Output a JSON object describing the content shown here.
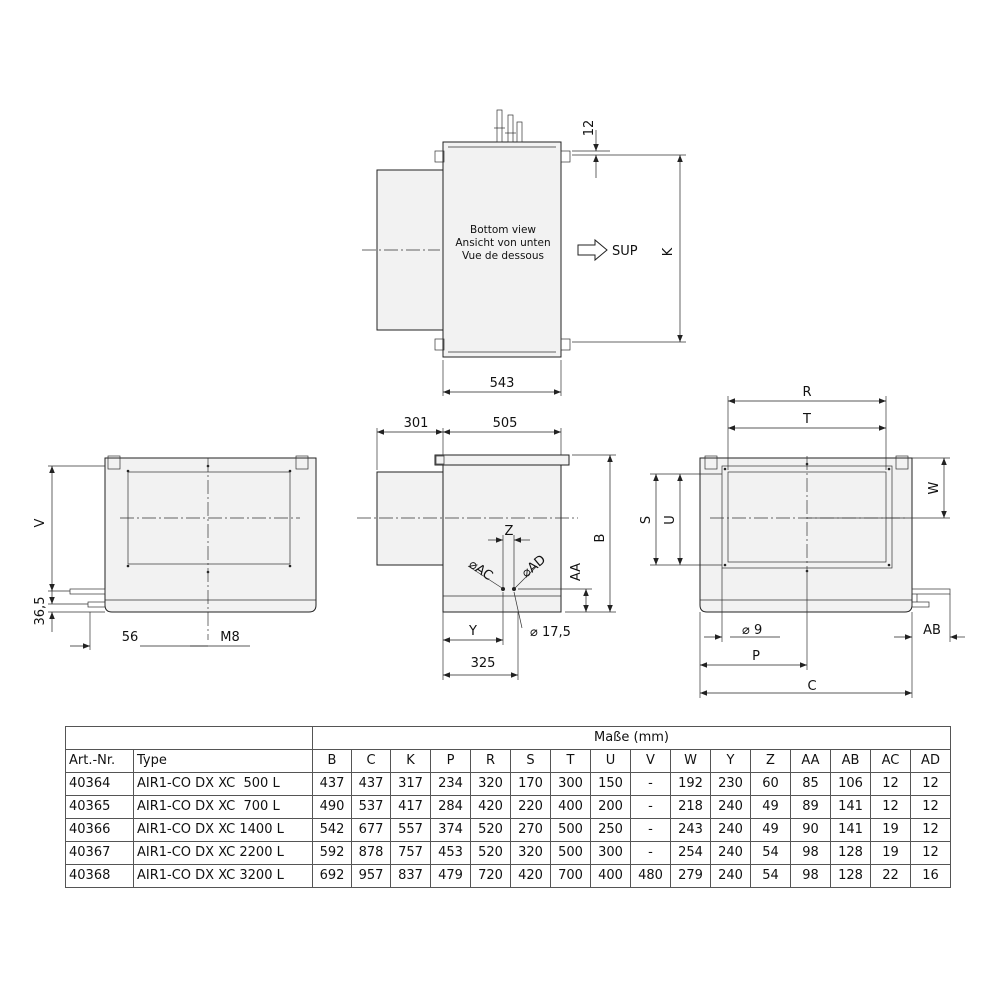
{
  "top_view": {
    "caption_lines": [
      "Bottom view",
      "Ansicht von unten",
      "Vue de dessous"
    ],
    "flow_label": "SUP",
    "dim_width": "543",
    "dim_height": "K",
    "dim_top": "12"
  },
  "left_view": {
    "dim_v": "V",
    "dim_365": "36,5",
    "dim_56": "56",
    "dim_m8": "M8"
  },
  "side_view": {
    "dim_301": "301",
    "dim_505": "505",
    "dim_b": "B",
    "dim_z": "Z",
    "dim_ac": "AC",
    "dim_ad": "AD",
    "dim_aa": "AA",
    "dim_y": "Y",
    "dim_175": "17,5",
    "dim_325": "325"
  },
  "right_view": {
    "dim_r": "R",
    "dim_t": "T",
    "dim_w": "W",
    "dim_s": "S",
    "dim_u": "U",
    "dim_9": "9",
    "dim_p": "P",
    "dim_ab": "AB",
    "dim_c": "C"
  },
  "table": {
    "group_header": "Maße (mm)",
    "columns": [
      "Art.-Nr.",
      "Type",
      "B",
      "C",
      "K",
      "P",
      "R",
      "S",
      "T",
      "U",
      "V",
      "W",
      "Y",
      "Z",
      "AA",
      "AB",
      "AC",
      "AD"
    ],
    "rows": [
      [
        "40364",
        "AIR1-CO DX XC  500 L",
        "437",
        "437",
        "317",
        "234",
        "320",
        "170",
        "300",
        "150",
        "-",
        "192",
        "230",
        "60",
        "85",
        "106",
        "12",
        "12"
      ],
      [
        "40365",
        "AIR1-CO DX XC  700 L",
        "490",
        "537",
        "417",
        "284",
        "420",
        "220",
        "400",
        "200",
        "-",
        "218",
        "240",
        "49",
        "89",
        "141",
        "12",
        "12"
      ],
      [
        "40366",
        "AIR1-CO DX XC 1400 L",
        "542",
        "677",
        "557",
        "374",
        "520",
        "270",
        "500",
        "250",
        "-",
        "243",
        "240",
        "49",
        "90",
        "141",
        "19",
        "12"
      ],
      [
        "40367",
        "AIR1-CO DX XC 2200 L",
        "592",
        "878",
        "757",
        "453",
        "520",
        "320",
        "500",
        "300",
        "-",
        "254",
        "240",
        "54",
        "98",
        "128",
        "19",
        "12"
      ],
      [
        "40368",
        "AIR1-CO DX XC 3200 L",
        "692",
        "957",
        "837",
        "479",
        "720",
        "420",
        "700",
        "400",
        "480",
        "279",
        "240",
        "54",
        "98",
        "128",
        "22",
        "16"
      ]
    ]
  }
}
